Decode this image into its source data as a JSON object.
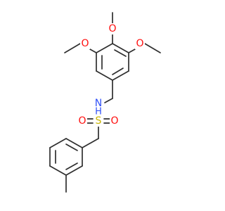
{
  "atoms": {
    "oxygen": {
      "label": "O",
      "color": "#ff0d0d"
    },
    "nitrogen": {
      "label": "N",
      "color": "#3050f8"
    },
    "hydrogen": {
      "label": "H",
      "color": "#3050f8"
    },
    "sulfur": {
      "label": "S",
      "color": "#c8b400"
    }
  },
  "colors": {
    "bond": "#2f2f2f",
    "background": "#ffffff"
  }
}
